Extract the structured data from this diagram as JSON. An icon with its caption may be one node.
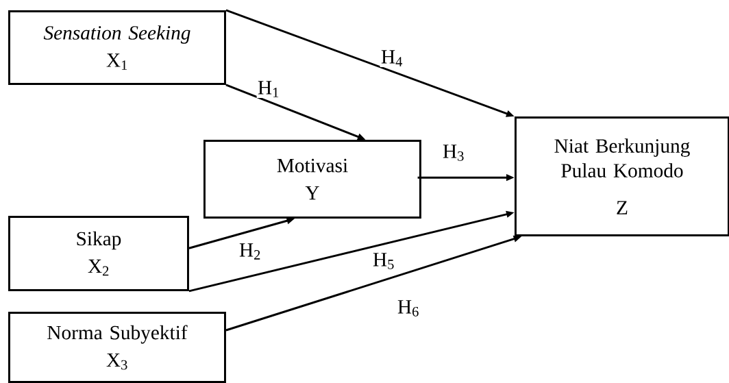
{
  "diagram": {
    "nodes": [
      {
        "text": [
          "Sensation Seeking",
          "X$_{1}$"
        ]
      },
      {
        "text": [
          "Motivasi",
          "Y"
        ]
      },
      {
        "text": [
          "Sikap",
          "X$_{2}$"
        ]
      },
      {
        "text": [
          "Norma Subyektif",
          "X$_{3}$"
        ]
      },
      {
        "text": [
          "Niat Berkunjung Pulau Komodo",
          "Z"
        ]
      }
    ],
    "edges": [
      {
        "from": 0,
        "to": 1,
        "arrow": "to",
        "label": "H$_{1}$"
      },
      {
        "from": 2,
        "to": 1,
        "arrow": "to",
        "label": "H$_{2}$"
      },
      {
        "from": 1,
        "to": 4,
        "arrow": "to",
        "label": "H$_{3}$"
      },
      {
        "from": 0,
        "to": 4,
        "arrow": "to",
        "label": "H$_{4}$"
      },
      {
        "from": 2,
        "to": 4,
        "arrow": "to",
        "label": "H$_{5}$"
      },
      {
        "from": 3,
        "to": 4,
        "arrow": "to",
        "label": "H$_{6}$"
      }
    ]
  }
}
